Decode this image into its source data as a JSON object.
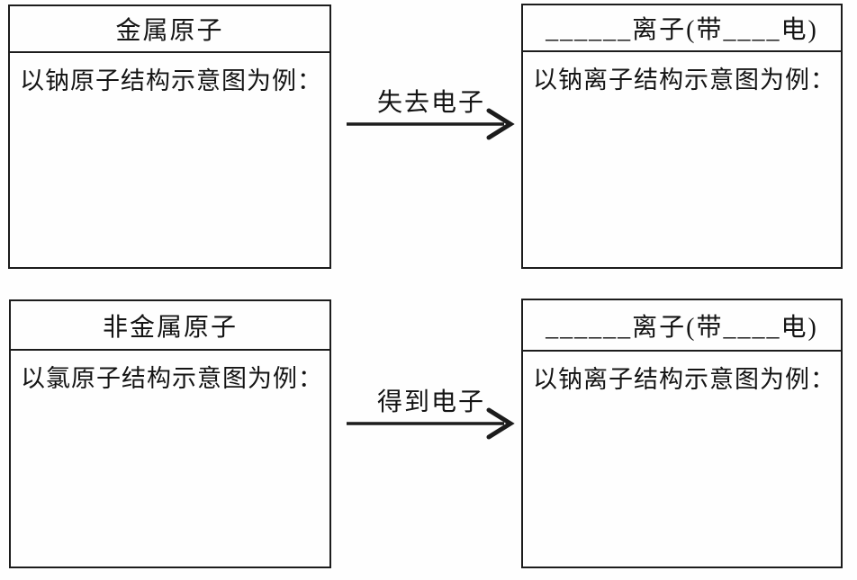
{
  "page": {
    "background": "#fefefe",
    "line_color": "#1c1c1c"
  },
  "boxes": {
    "metal_atom": {
      "title": "金属原子",
      "body": "以钠原子结构示意图为例："
    },
    "metal_ion": {
      "title": "______离子(带____电)",
      "body": "以钠离子结构示意图为例："
    },
    "nonmetal_atom": {
      "title": "非金属原子",
      "body": "以氯原子结构示意图为例："
    },
    "nonmetal_ion": {
      "title": "______离子(带____电)",
      "body": "以钠离子结构示意图为例："
    }
  },
  "arrows": {
    "lose": {
      "label": "失去电子"
    },
    "gain": {
      "label": "得到电子"
    }
  }
}
